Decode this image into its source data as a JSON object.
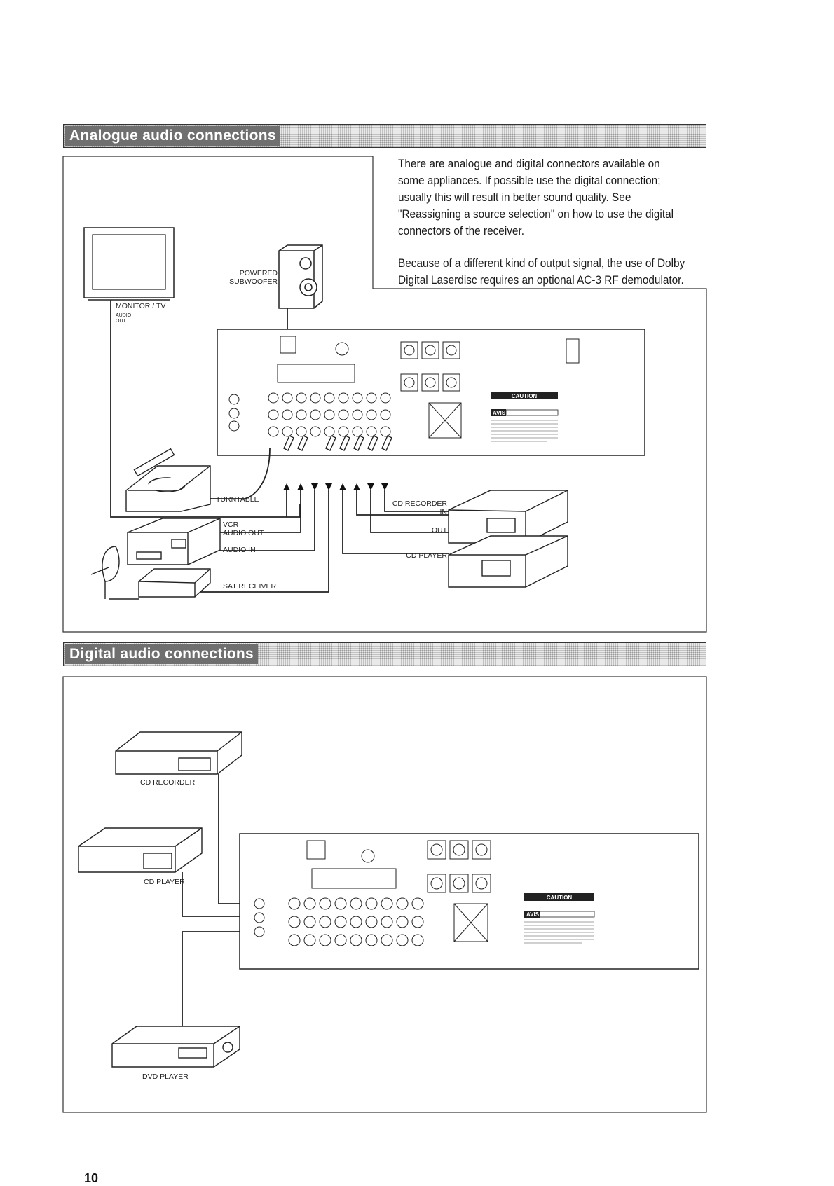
{
  "sections": {
    "analogue": {
      "title": "Analogue audio connections"
    },
    "digital": {
      "title": "Digital audio connections"
    }
  },
  "intro": {
    "paragraph1": "There are analogue and digital connectors available on some appliances. If possible use the digital connection; usually this will result in better sound quality. See \"Reassigning a source selection\" on how to use the digital connectors of the receiver.",
    "paragraph2": "Because of a different kind of output signal, the use of Dolby Digital Laserdisc requires an optional AC-3 RF demodulator."
  },
  "analogue_diagram": {
    "monitor_label": "MONITOR / TV",
    "monitor_sub1": "AUDIO",
    "monitor_sub2": "OUT",
    "subwoofer_label1": "POWERED",
    "subwoofer_label2": "SUBWOOFER",
    "turntable_label": "TURNTABLE",
    "vcr_label": "VCR",
    "vcr_audio_out": "AUDIO OUT",
    "vcr_audio_in": "AUDIO IN",
    "sat_label": "SAT RECEIVER",
    "cd_recorder_label": "CD RECORDER",
    "cd_recorder_in": "IN",
    "cd_recorder_out": "OUT",
    "cd_player_label": "CD PLAYER"
  },
  "digital_diagram": {
    "cd_recorder_label": "CD RECORDER",
    "cd_player_label": "CD PLAYER",
    "dvd_player_label": "DVD PLAYER"
  },
  "receiver": {
    "caution": "CAUTION",
    "avis": "AVIS"
  },
  "page_number": "10",
  "colors": {
    "bar_dark": "#6f6f6f",
    "bar_light": "#e9e9e9",
    "line": "#222222"
  }
}
